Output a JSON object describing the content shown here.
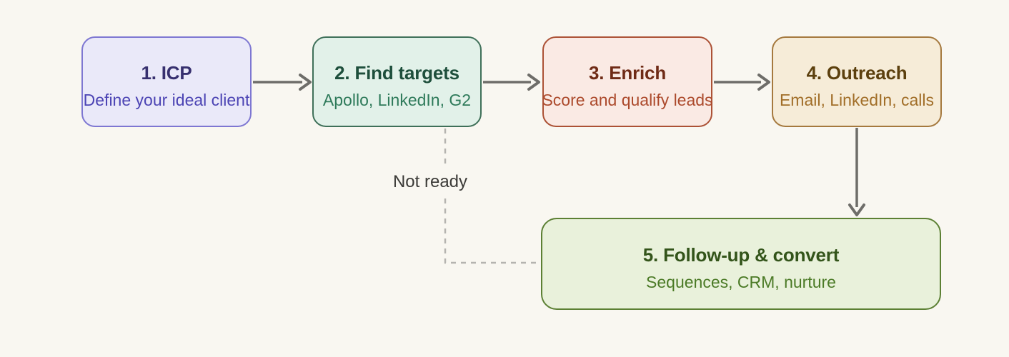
{
  "page": {
    "background": "#f9f7f1"
  },
  "colors": {
    "arrow": "#6e6d69",
    "faint_arrow": "#9e9e9a",
    "dashed_edge": "#b5b4b0",
    "label_text": "#3b3a37"
  },
  "nodes": [
    {
      "id": "icp",
      "title": "1. ICP",
      "subtitle": "Define your ideal client",
      "bg": "#eae9f9",
      "border": "#7e77d2",
      "title_color": "#37306f",
      "subtitle_color": "#4c44b4"
    },
    {
      "id": "find-targets",
      "title": "2. Find targets",
      "subtitle": "Apollo, LinkedIn, G2",
      "bg": "#e2f1e9",
      "border": "#3f7059",
      "title_color": "#1e4f3c",
      "subtitle_color": "#2e7a5a"
    },
    {
      "id": "enrich",
      "title": "3. Enrich",
      "subtitle": "Score and qualify leads",
      "bg": "#faeae4",
      "border": "#ac5236",
      "title_color": "#6f2b16",
      "subtitle_color": "#ac4a2c"
    },
    {
      "id": "outreach",
      "title": "4. Outreach",
      "subtitle": "Email, LinkedIn, calls",
      "bg": "#f6ecd8",
      "border": "#a5793e",
      "title_color": "#5c400e",
      "subtitle_color": "#a16e28"
    },
    {
      "id": "followup-convert",
      "title": "5. Follow-up & convert",
      "subtitle": "Sequences, CRM, nurture",
      "bg": "#e9f1db",
      "border": "#5c8034",
      "title_color": "#33541a",
      "subtitle_color": "#4b7a26"
    }
  ],
  "edges": [
    {
      "from": "icp",
      "to": "find-targets",
      "style": "solid",
      "label": ""
    },
    {
      "from": "find-targets",
      "to": "enrich",
      "style": "solid",
      "label": ""
    },
    {
      "from": "enrich",
      "to": "outreach",
      "style": "solid",
      "label": ""
    },
    {
      "from": "outreach",
      "to": "followup-convert",
      "style": "solid",
      "label": ""
    },
    {
      "from": "find-targets",
      "to": "followup-convert",
      "style": "dashed",
      "label": "Not ready"
    }
  ],
  "edge_label": {
    "text": "Not ready"
  }
}
